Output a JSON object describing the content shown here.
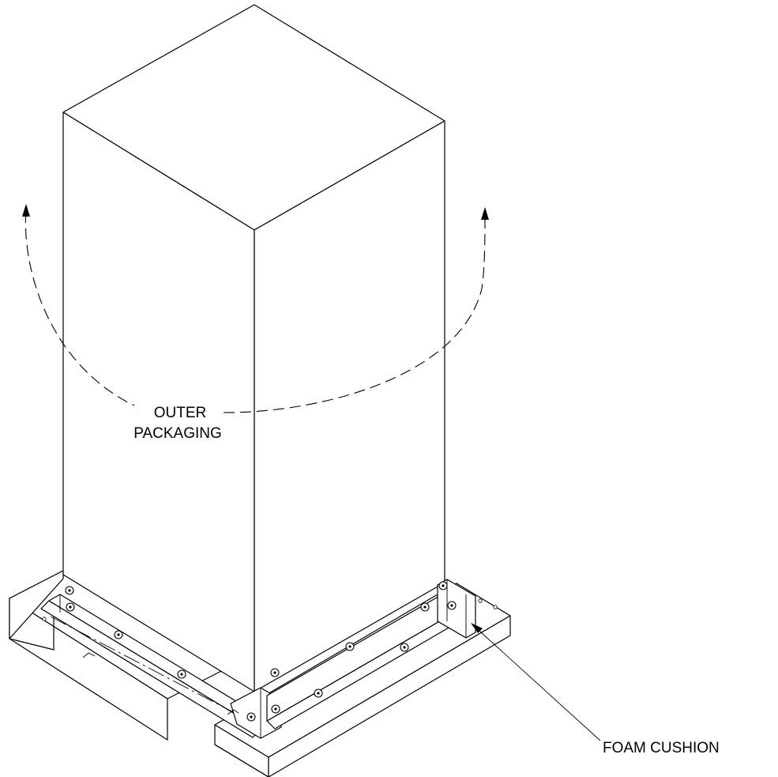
{
  "labels": {
    "outer_packaging_line1": "OUTER",
    "outer_packaging_line2": "PACKAGING",
    "foam_cushion": "FOAM CUSHION"
  }
}
